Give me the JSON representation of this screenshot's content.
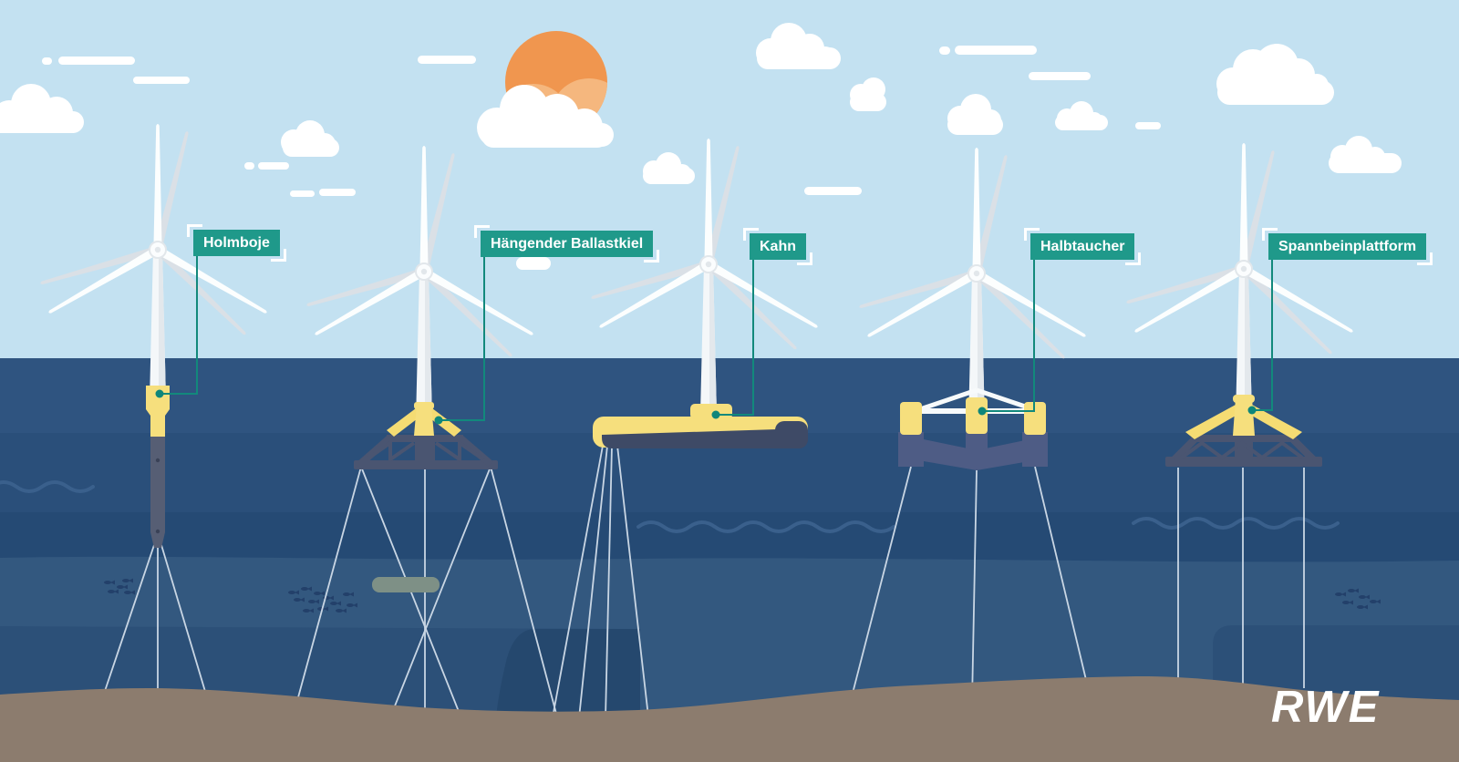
{
  "diagram": {
    "subject": "floating-offshore-wind-foundation-types",
    "labels": [
      {
        "text": "Holmboje"
      },
      {
        "text": "Hängender Ballastkiel"
      },
      {
        "text": "Kahn"
      },
      {
        "text": "Halbtaucher"
      },
      {
        "text": "Spannbeinplattform"
      }
    ]
  },
  "logo": {
    "text": "RWE"
  },
  "colors": {
    "sky": "#C3E1F1",
    "sun": "#F0964F",
    "sun_light": "#F5B77E",
    "sea_surface": "#2F5480",
    "sea_mid": "#2A4F7A",
    "sea_deep": "#254A74",
    "sea_base": "#2C5078",
    "sea_haze": "#33587F",
    "sea_trench": "#25486E",
    "seabed": "#8C7C6E",
    "float_yellow": "#F6DF7D",
    "structure_navy": "#4A5571",
    "barge_underside": "#3E4A66",
    "spar_gray": "#565E74",
    "semisub_frame": "#4E5C85",
    "ballast_bar": "#7E9086",
    "label_teal": "#1F998A",
    "leader_teal": "#12897C",
    "mooring_line": "#C9D6E4",
    "cloud_white": "#FFFFFF",
    "fish_navy": "#23406A"
  }
}
